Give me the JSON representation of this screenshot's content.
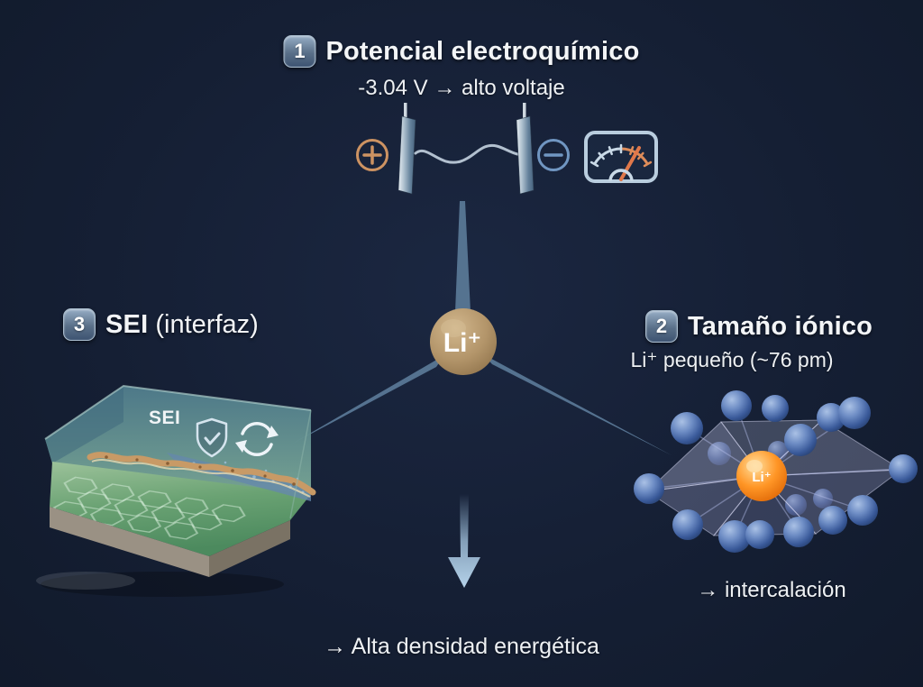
{
  "diagram": {
    "center_node": {
      "label": "Li⁺"
    },
    "step1": {
      "badge": "1",
      "title": "Potencial electroquímico",
      "subtitle": "-3.04 V → alto voltaje"
    },
    "step2": {
      "badge": "2",
      "title": "Tamaño iónico",
      "subtitle": "Li⁺ pequeño (~76 pm)",
      "caption": "→ intercalación",
      "ion_label": "Li⁺"
    },
    "step3": {
      "badge": "3",
      "title": "SEI",
      "title_note": " (interfaz)",
      "block_label": "SEI"
    },
    "outcome_caption": "→ Alta densidad energética"
  },
  "icons": {
    "plus_terminal": "⊕",
    "minus_terminal": "⊖",
    "voltmeter": "gauge-with-needle",
    "shield_check": "shield-with-checkmark",
    "refresh": "circular-arrows",
    "down_arrow": "↓"
  },
  "colors": {
    "background": "#151f34",
    "text": "#f3f5f7",
    "badge_top": "#96adc5",
    "badge_bottom": "#3e5472",
    "connector_steel_blue": "#587795",
    "li_hub_tan": "#b3956a",
    "li_ion_orange": "#f98a26",
    "lattice_sphere_blue": "#4a6aa8",
    "positive_terminal": "#cd9362",
    "negative_terminal": "#7096c2",
    "gauge_needle": "#e0784a",
    "sei_crust": "#c89a66",
    "sei_green": "#58935f"
  }
}
